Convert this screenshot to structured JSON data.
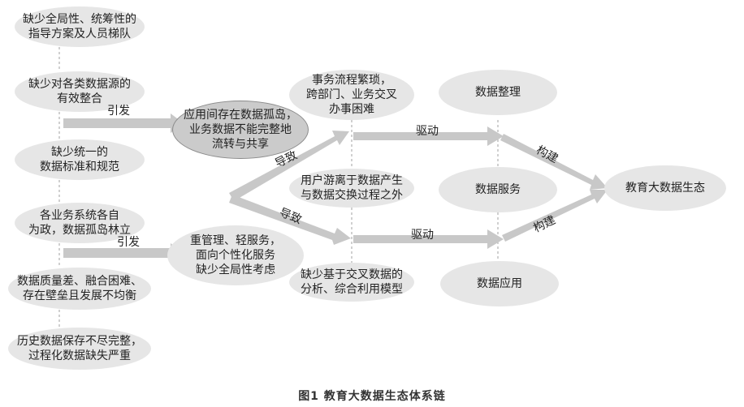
{
  "causes": [
    "缺少全局性、统筹性的\n指导方案及人员梯队",
    "缺少对各类数据源的\n有效整合",
    "缺少统一的\n数据标准和规范",
    "各业务系统各自\n为政，数据孤岛林立",
    "数据质量差、融合困难、\n存在壁垒且发展不均衡",
    "历史数据保存不尽完整，\n过程化数据缺失严重"
  ],
  "problems": {
    "silo": "应用间存在数据孤岛，\n业务数据不能完整地\n流转与共享",
    "management": "重管理、轻服务，\n面向个性化服务\n缺少全局性考虑"
  },
  "effects": [
    "事务流程繁琐，\n跨部门、业务交叉\n办事困难",
    "用户游离于数据产生\n与数据交换过程之外",
    "缺少基于交叉数据的\n分析、综合利用模型"
  ],
  "actions": [
    "数据整理",
    "数据服务",
    "数据应用"
  ],
  "ecosystem": "教育大数据生态",
  "labels": {
    "trigger": "引发",
    "lead": "导致",
    "drive": "驱动",
    "build": "构建"
  },
  "caption": "图1    教育大数据生态体系链"
}
